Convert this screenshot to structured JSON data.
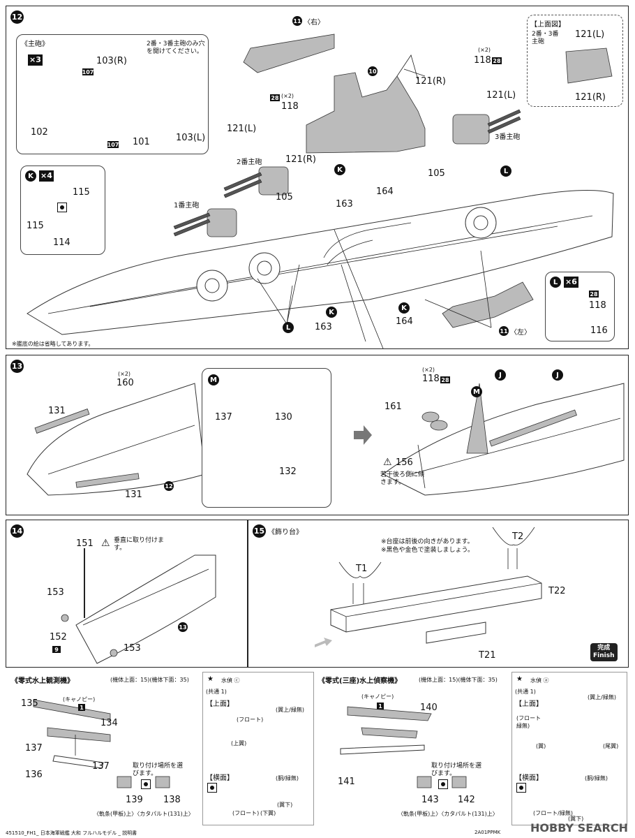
{
  "step12": {
    "num": "12",
    "main_gun_title": "《主砲》",
    "main_gun_qty": "×3",
    "main_gun_note": "2番・3番主砲のみ穴を開けてください。",
    "parts": {
      "p103r": "103(R)",
      "p107a": "107",
      "p102": "102",
      "p107b": "107",
      "p101": "101",
      "p103l": "103(L)"
    },
    "k_qty": "×4",
    "k_parts": {
      "a": "115",
      "b": "115",
      "c": "114"
    },
    "k_letter": "K",
    "top_view_title": "【上面図】",
    "top_view_note": "2番・3番主砲",
    "top_view_parts": {
      "a": "121(L)",
      "b": "121(R)"
    },
    "sub11_right": "〈右〉",
    "sub11_left": "〈左〉",
    "sub11_num": "11",
    "sub10_num": "10",
    "labels": {
      "x2a": "(×2)",
      "p118a": "118",
      "s28a": "28",
      "p121r_a": "121(R)",
      "p121l_a": "121(L)",
      "turret3": "3番主砲",
      "p105a": "105",
      "s28b": "28",
      "x2b": "(×2)",
      "p118b": "118",
      "p121l_b": "121(L)",
      "p121r_b": "121(R)",
      "turret2": "2番主砲",
      "p105b": "105",
      "turret1": "1番主砲",
      "p164a": "164",
      "p163a": "163",
      "p163b": "163",
      "p164b": "164"
    },
    "letter_l": "L",
    "l_qty": "×6",
    "l_parts": {
      "s28": "28",
      "p118": "118",
      "p116": "116"
    },
    "footnote": "※艦底の絵は省略してあります。"
  },
  "step13": {
    "num": "13",
    "x2a": "(×2)",
    "p160": "160",
    "p131a": "131",
    "p131b": "131",
    "ref12": "12",
    "m_letter": "M",
    "m_parts": {
      "a": "137",
      "b": "130",
      "c": "132"
    },
    "x2b": "(×2)",
    "p118": "118",
    "s28": "28",
    "p161": "161",
    "j": "J",
    "p156": "156",
    "p156_note": "若干後ろ側に傾きます。"
  },
  "step14": {
    "num": "14",
    "p151": "151",
    "p151_note": "垂直に取り付けます。",
    "p153a": "153",
    "p152": "152",
    "s9": "9",
    "p153b": "153",
    "ref13": "13"
  },
  "step15": {
    "num": "15",
    "title": "《飾り台》",
    "note1": "※台座は前後の向きがあります。",
    "note2": "※黒色や金色で塗装しましょう。",
    "t1": "T1",
    "t2": "T2",
    "t22": "T22",
    "t21": "T21",
    "finish_jp": "完成",
    "finish_en": "Finish"
  },
  "plane1": {
    "title": "《零式水上観測機》",
    "ref": "(機体上面：15)(機体下面：35)",
    "p135": "135",
    "canopy": "(キャノピー)",
    "s1": "1",
    "p134": "134",
    "p137a": "137",
    "p136": "136",
    "p137b": "137",
    "note": "取り付け場所を選びます。",
    "p139": "139",
    "p138": "138",
    "mount_note": "〈軌条(甲板)上〉〈カタパルト(131)上〉"
  },
  "scheme1": {
    "mark": "水偵 ⓒ",
    "common": "(共通 1)",
    "top": "【上面】",
    "side": "【横面】",
    "labels": {
      "a": "(翼上/緑無)",
      "b": "(フロート)",
      "c": "(上翼)",
      "d": "(胴/緑無)",
      "e": "(フロート)",
      "f": "(下翼)",
      "g": "(翼下)"
    }
  },
  "plane2": {
    "title": "《零式(三座)水上偵察機》",
    "ref": "(機体上面：15)(機体下面：35)",
    "canopy": "(キャノピー)",
    "s1": "1",
    "p140": "140",
    "p141": "141",
    "note": "取り付け場所を選びます。",
    "p143": "143",
    "p142": "142",
    "mount_note": "〈軌条(甲板)上〉〈カタパルト(131)上〉"
  },
  "scheme2": {
    "mark": "水偵 ⓐ",
    "common": "(共通 1)",
    "top": "【上面】",
    "side": "【横面】",
    "labels": {
      "a": "(翼上/緑無)",
      "b": "(フロート緑無)",
      "c": "(翼)",
      "d": "(尾翼)",
      "e": "(胴/緑無)",
      "f": "(フロート/緑無)",
      "g": "(翼下)"
    }
  },
  "footer": {
    "left": "451510_FH1_ 日本海軍戦艦 大和 フルハルモデル _ 説明書",
    "code": "2A01PPMK",
    "watermark": "HOBBY SEARCH"
  }
}
